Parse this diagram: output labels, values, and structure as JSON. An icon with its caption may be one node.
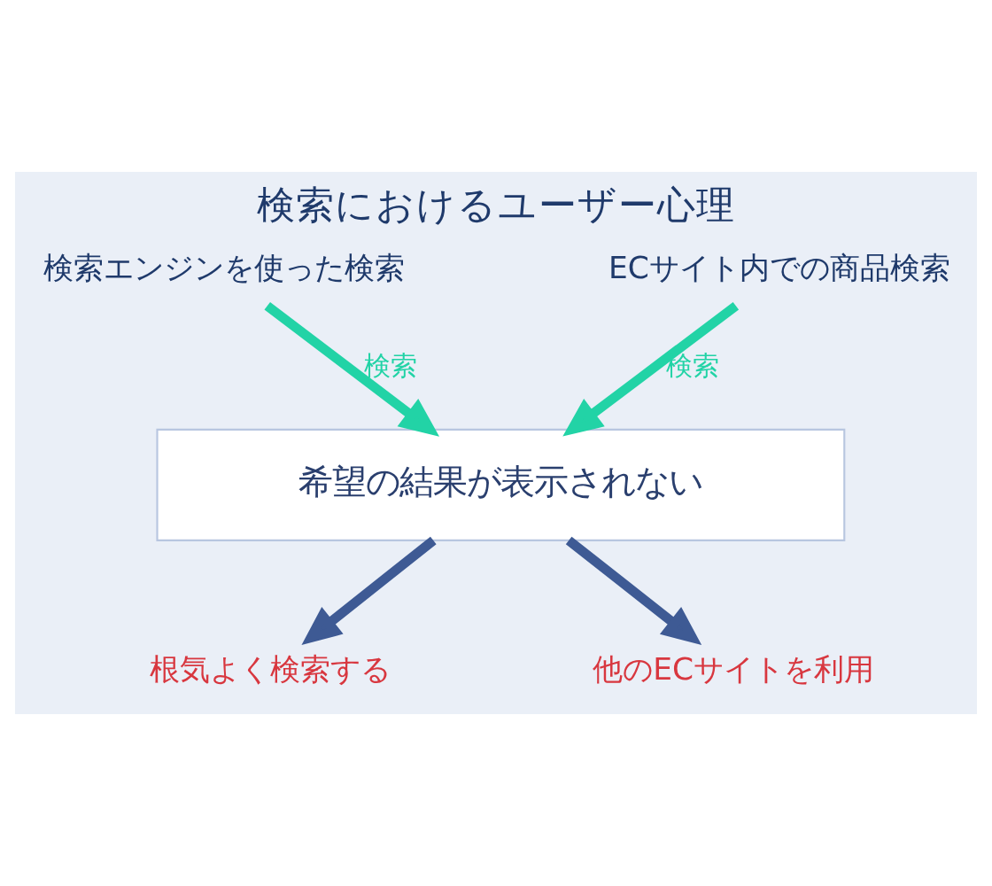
{
  "diagram": {
    "title": "検索におけるユーザー心理",
    "nodes": [
      {
        "text": [
          "検索エンジンを使った検索"
        ]
      },
      {
        "text": [
          "ECサイト内での商品検索"
        ]
      },
      {
        "text": [
          "希望の結果が表示されない"
        ]
      },
      {
        "text": [
          "根気よく検索する"
        ]
      },
      {
        "text": [
          "他のECサイトを利用"
        ]
      }
    ],
    "edges": [
      {
        "from": 0,
        "to": 2,
        "arrow": "to",
        "label": "検索",
        "color": "#22d3a6"
      },
      {
        "from": 1,
        "to": 2,
        "arrow": "to",
        "label": "検索",
        "color": "#22d3a6"
      },
      {
        "from": 2,
        "to": 3,
        "arrow": "to",
        "color": "#3e5a94"
      },
      {
        "from": 2,
        "to": 4,
        "arrow": "to",
        "color": "#3e5a94"
      }
    ]
  }
}
